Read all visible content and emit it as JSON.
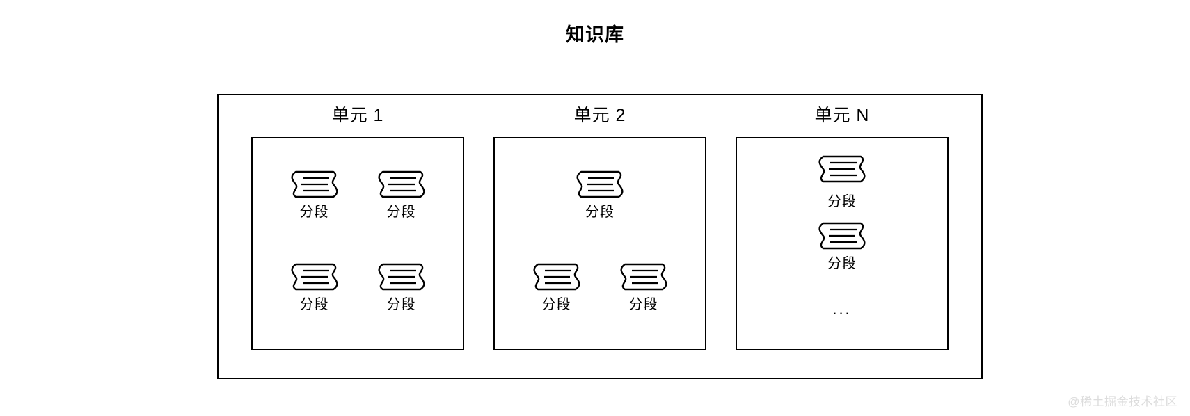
{
  "diagram": {
    "title": "知识库",
    "icon_name": "document-chunk-icon",
    "colors": {
      "stroke": "#000000",
      "background": "#ffffff",
      "watermark": "#dcdcdc"
    },
    "units": [
      {
        "label": "单元 1",
        "layout": "2x2",
        "rows": [
          {
            "type": "pair",
            "items": [
              {
                "kind": "chunk",
                "caption": "分段"
              },
              {
                "kind": "chunk",
                "caption": "分段"
              }
            ]
          },
          {
            "type": "pair",
            "items": [
              {
                "kind": "chunk",
                "caption": "分段"
              },
              {
                "kind": "chunk",
                "caption": "分段"
              }
            ]
          }
        ]
      },
      {
        "label": "单元 2",
        "layout": "1-2",
        "rows": [
          {
            "type": "single",
            "items": [
              {
                "kind": "chunk",
                "caption": "分段"
              }
            ]
          },
          {
            "type": "pair",
            "items": [
              {
                "kind": "chunk",
                "caption": "分段"
              },
              {
                "kind": "chunk",
                "caption": "分段"
              }
            ]
          }
        ]
      },
      {
        "label": "单元 N",
        "layout": "stack",
        "rows": [
          {
            "type": "single",
            "items": [
              {
                "kind": "chunk",
                "caption": "分段",
                "spaced": true
              }
            ]
          },
          {
            "type": "single",
            "items": [
              {
                "kind": "chunk",
                "caption": "分段"
              }
            ]
          },
          {
            "type": "single",
            "items": [
              {
                "kind": "ellipsis",
                "caption": "..."
              }
            ]
          }
        ]
      }
    ]
  },
  "watermark": {
    "text": "@稀土掘金技术社区"
  }
}
